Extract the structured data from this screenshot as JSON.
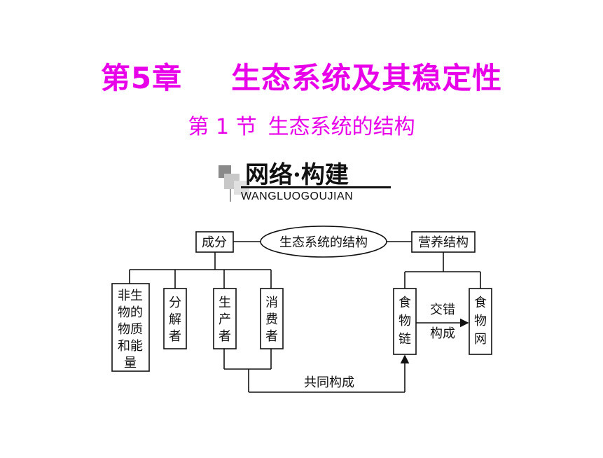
{
  "chapter": {
    "label": "第5章",
    "title": "生态系统及其稳定性"
  },
  "section": {
    "label": "第 1 节",
    "title": "生态系统的结构"
  },
  "banner": {
    "title": "网络·构建",
    "subtitle": "WANGLUOGOUJIAN"
  },
  "diagram": {
    "center": "生态系统的结构",
    "components": "成分",
    "trophic_structure": "营养结构",
    "nonliving": [
      "非生",
      "物的",
      "物质",
      "和能",
      "量"
    ],
    "decomposer": [
      "分",
      "解",
      "者"
    ],
    "producer": [
      "生",
      "产",
      "者"
    ],
    "consumer": [
      "消",
      "费",
      "者"
    ],
    "food_chain": [
      "食",
      "物",
      "链"
    ],
    "food_web": [
      "食",
      "物",
      "网"
    ],
    "interweave": [
      "交错",
      "构成"
    ],
    "together": "共同构成"
  }
}
